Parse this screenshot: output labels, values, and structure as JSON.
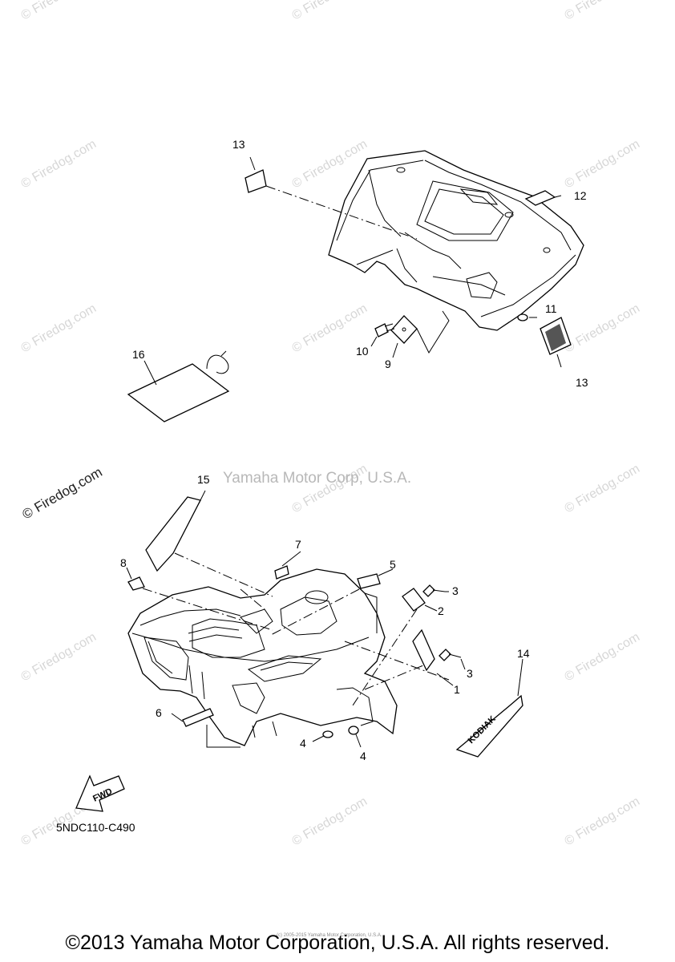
{
  "watermark": {
    "site": "© Firedog.com",
    "corp": "Yamaha Motor Corp, U.S.A."
  },
  "callouts": {
    "c1": "1",
    "c2": "2",
    "c3a": "3",
    "c3b": "3",
    "c4a": "4",
    "c4b": "4",
    "c5": "5",
    "c6": "6",
    "c7": "7",
    "c8": "8",
    "c9": "9",
    "c10": "10",
    "c11": "11",
    "c12": "12",
    "c13a": "13",
    "c13b": "13",
    "c14": "14",
    "c15": "15",
    "c16": "16"
  },
  "fwd_label": "FWD",
  "kodiak_label": "KODIAK",
  "figure_code": "5NDC110-C490",
  "tiny_copyright": "(c) 2005-2015 Yamaha Motor Corporation, U.S.A.",
  "copyright": "©2013 Yamaha Motor Corporation, U.S.A. All rights reserved."
}
